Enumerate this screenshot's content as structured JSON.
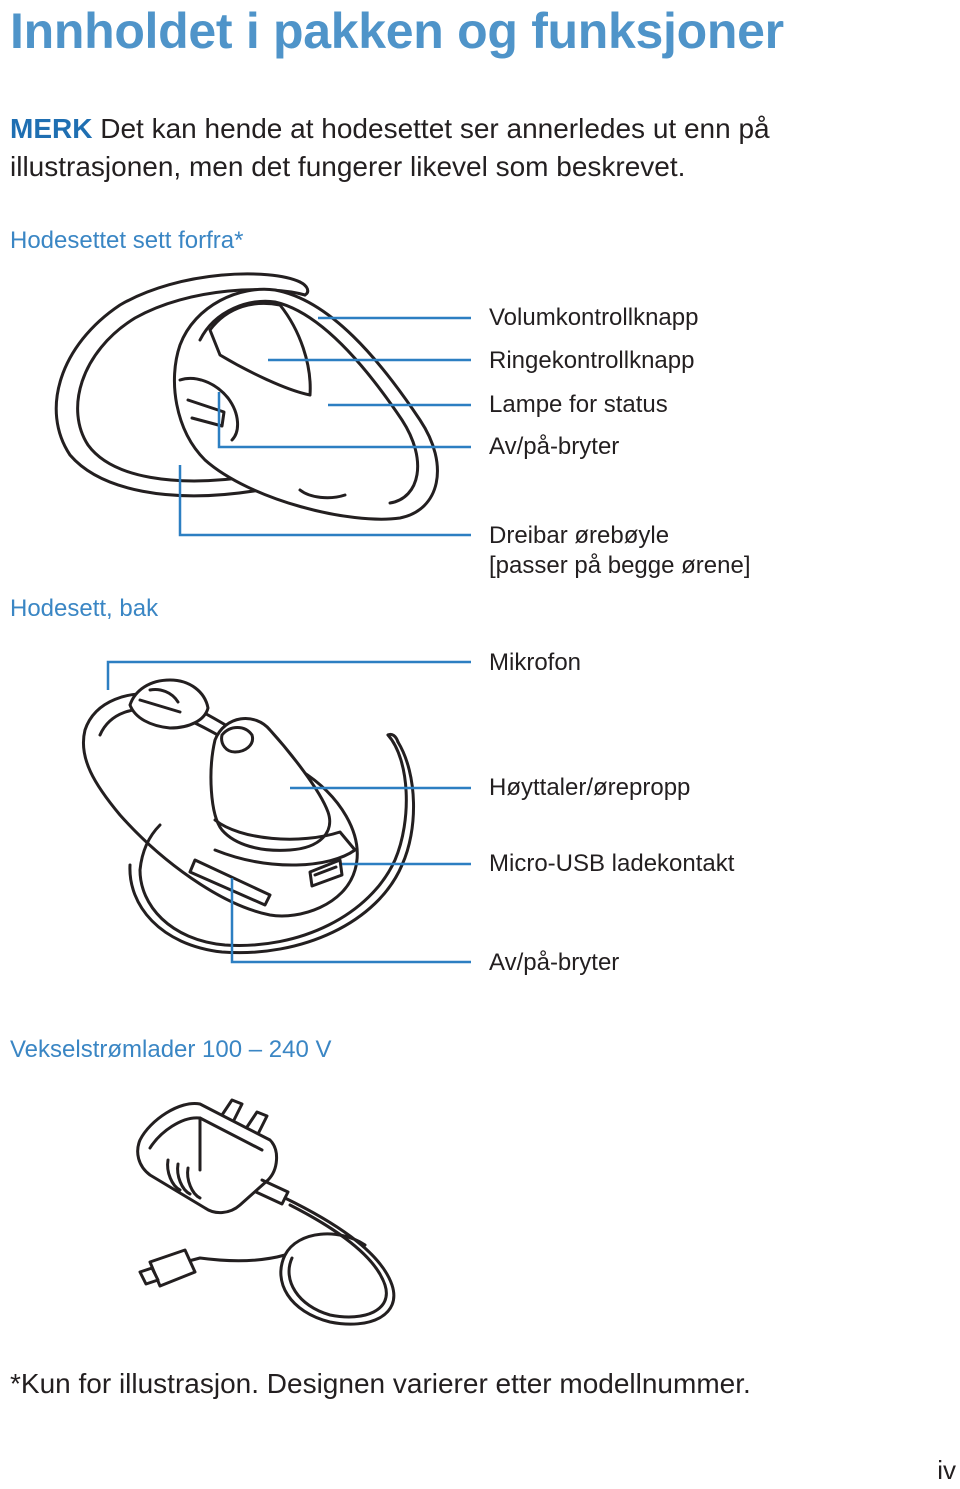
{
  "title": "Innholdet i pakken og funksjoner",
  "note": {
    "label": "MERK",
    "line1": " Det kan hende at hodesettet ser annerledes ut enn på",
    "line2": "illustrasjonen, men det fungerer likevel som beskrevet."
  },
  "sections": {
    "front": "Hodesettet sett forfra*",
    "back": "Hodesett, bak",
    "charger": "Vekselstrømlader 100 – 240 V"
  },
  "callouts": {
    "volume": "Volumkontrollknapp",
    "call": "Ringekontrollknapp",
    "status_light": "Lampe for status",
    "power_front": "Av/på-bryter",
    "earloop_line1": "Dreibar ørebøyle",
    "earloop_line2": "[passer på begge ørene]",
    "microphone": "Mikrofon",
    "speaker": "Høyttaler/ørepropp",
    "usb": "Micro-USB ladekontakt",
    "power_back": "Av/på-bryter"
  },
  "footnote": "*Kun for illustrasjon. Designen varierer etter modellnummer.",
  "page_number": "iv",
  "colors": {
    "accent": "#4f94c9",
    "merk": "#1f6fb2",
    "leader_lines": "#2c7fc2",
    "text": "#231f20"
  }
}
